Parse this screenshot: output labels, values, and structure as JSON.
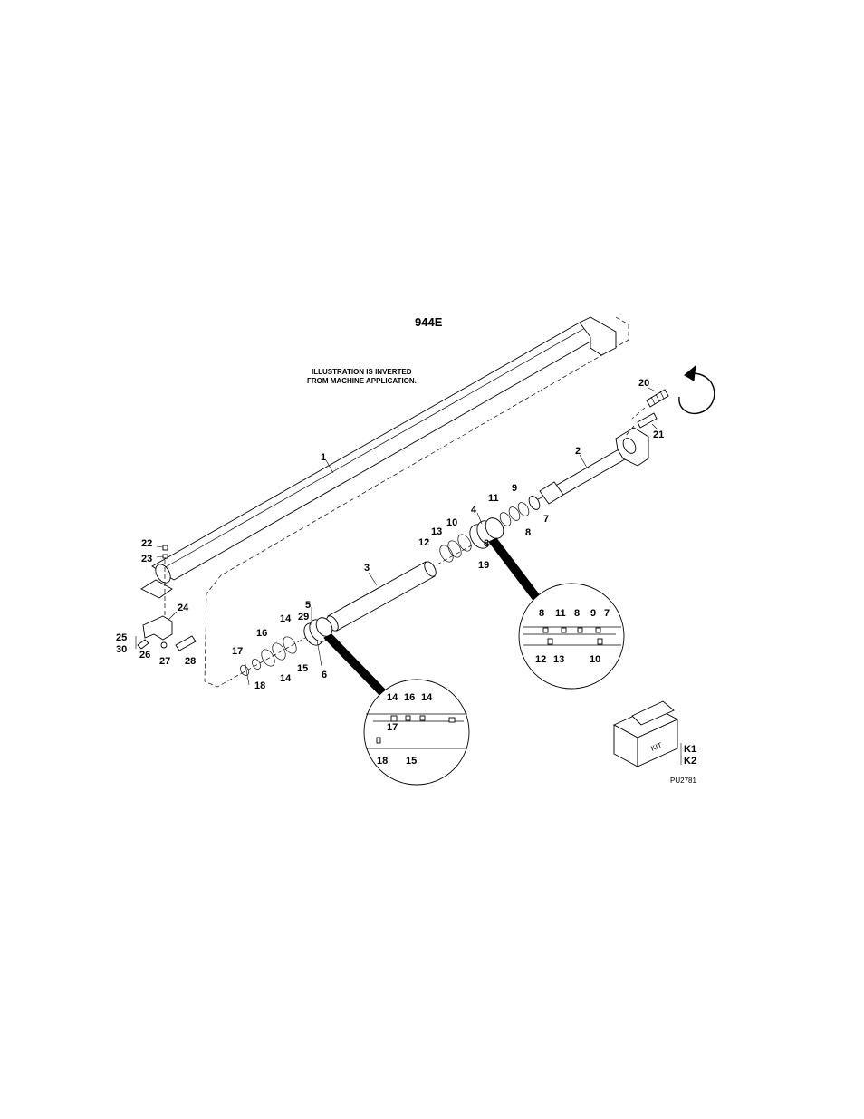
{
  "title": "944E",
  "note_line1": "ILLUSTRATION IS INVERTED",
  "note_line2": "FROM MACHINE APPLICATION.",
  "figure_code": "PU2781",
  "kit_box_text": "KIT",
  "labels": {
    "l1": "1",
    "l2": "2",
    "l3": "3",
    "l4": "4",
    "l5": "5",
    "l6": "6",
    "l7": "7",
    "l8a": "8",
    "l8b": "8",
    "l9": "9",
    "l10": "10",
    "l11": "11",
    "l12": "12",
    "l13": "13",
    "l14a": "14",
    "l14b": "14",
    "l15": "15",
    "l16": "16",
    "l17": "17",
    "l18": "18",
    "l19": "19",
    "l20": "20",
    "l21": "21",
    "l22": "22",
    "l23": "23",
    "l24": "24",
    "l25": "25",
    "l26": "26",
    "l27": "27",
    "l28": "28",
    "l29": "29",
    "l30": "30",
    "k1": "K1",
    "k2": "K2"
  },
  "detail_right": {
    "top": [
      "8",
      "11",
      "8",
      "9",
      "7"
    ],
    "bottom": [
      "12",
      "13",
      "10"
    ]
  },
  "detail_left": {
    "top": [
      "14",
      "16",
      "14"
    ],
    "mid": "17",
    "bottom": [
      "18",
      "15"
    ]
  }
}
